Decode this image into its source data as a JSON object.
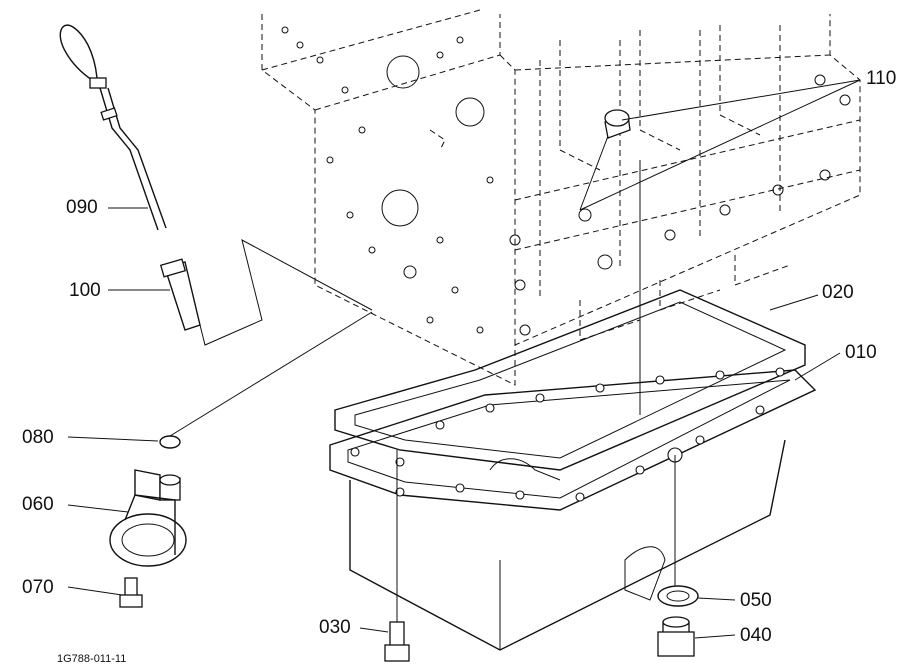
{
  "parts": [
    {
      "id": "p110",
      "number": "110"
    },
    {
      "id": "p020",
      "number": "020"
    },
    {
      "id": "p010",
      "number": "010"
    },
    {
      "id": "p090",
      "number": "090"
    },
    {
      "id": "p100",
      "number": "100"
    },
    {
      "id": "p080",
      "number": "080"
    },
    {
      "id": "p060",
      "number": "060"
    },
    {
      "id": "p070",
      "number": "070"
    },
    {
      "id": "p030",
      "number": "030"
    },
    {
      "id": "p050",
      "number": "050"
    },
    {
      "id": "p040",
      "number": "040"
    }
  ],
  "diagram_code": "1G788-011-11"
}
